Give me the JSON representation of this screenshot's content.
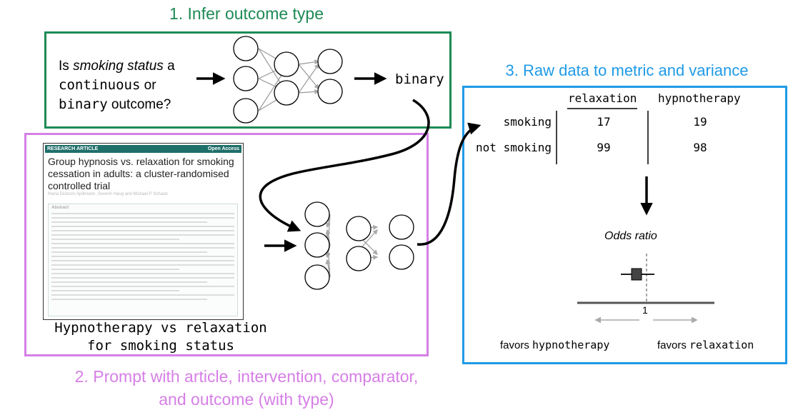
{
  "step1": {
    "title": "1. Infer outcome type",
    "question_pre": "Is ",
    "question_em": "smoking status",
    "question_mid": " a",
    "question_mono1": "continuous",
    "question_or": " or",
    "question_mono2": "binary",
    "question_end": " outcome?",
    "result": "binary"
  },
  "step2": {
    "title_line1": "2. Prompt with article, intervention, comparator,",
    "title_line2": "and outcome (with type)",
    "caption_line1": "Hypnotherapy vs relaxation",
    "caption_line2": "for smoking status",
    "article": {
      "banner_left": "RESEARCH ARTICLE",
      "banner_right": "Open Access",
      "title": "Group hypnosis vs. relaxation for smoking cessation in adults: a cluster-randomised controlled trial",
      "authors": "Maria Dickson-Spillmann, Severin Haug and Michael P Schaub",
      "abstract_heading": "Abstract"
    }
  },
  "step3": {
    "title": "3. Raw data to metric and variance",
    "table": {
      "col_headers": [
        "relaxation",
        "hypnotherapy"
      ],
      "rows": [
        {
          "label": "smoking",
          "values": [
            "17",
            "19"
          ]
        },
        {
          "label": "not smoking",
          "values": [
            "99",
            "98"
          ]
        }
      ]
    },
    "metric_label": "Odds ratio",
    "axis_center": "1",
    "favors_left_word": "favors ",
    "favors_left_mono": "hypnotherapy",
    "favors_right_word": "favors ",
    "favors_right_mono": "relaxation"
  },
  "colors": {
    "step1": "#1e8a55",
    "step2": "#d67fe6",
    "step3": "#1f9ae6"
  }
}
